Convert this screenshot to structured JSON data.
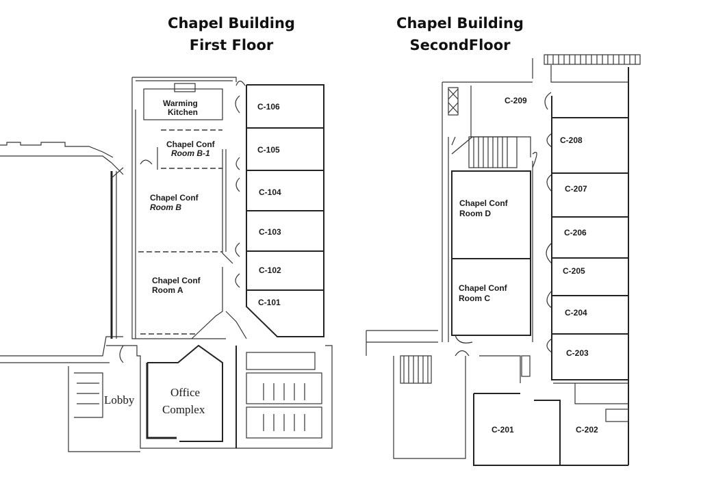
{
  "first_floor": {
    "title_line1": "Chapel Building",
    "title_line2": "First Floor",
    "rooms": {
      "warming_kitchen": [
        "Warming",
        "Kitchen"
      ],
      "conf_b1": [
        "Chapel Conf",
        "Room B-1"
      ],
      "conf_b": [
        "Chapel Conf",
        "Room B"
      ],
      "conf_a": [
        "Chapel Conf",
        "Room A"
      ],
      "c106": "C-106",
      "c105": "C-105",
      "c104": "C-104",
      "c103": "C-103",
      "c102": "C-102",
      "c101": "C-101",
      "lobby": "Lobby",
      "office_complex": [
        "Office",
        "Complex"
      ]
    }
  },
  "second_floor": {
    "title_line1": "Chapel Building",
    "title_line2": "SecondFloor",
    "rooms": {
      "c209": "C-209",
      "c208": "C-208",
      "c207": "C-207",
      "c206": "C-206",
      "c205": "C-205",
      "c204": "C-204",
      "c203": "C-203",
      "c201": "C-201",
      "c202": "C-202",
      "conf_d": [
        "Chapel Conf",
        "Room D"
      ],
      "conf_c": [
        "Chapel Conf",
        "Room C"
      ]
    }
  }
}
